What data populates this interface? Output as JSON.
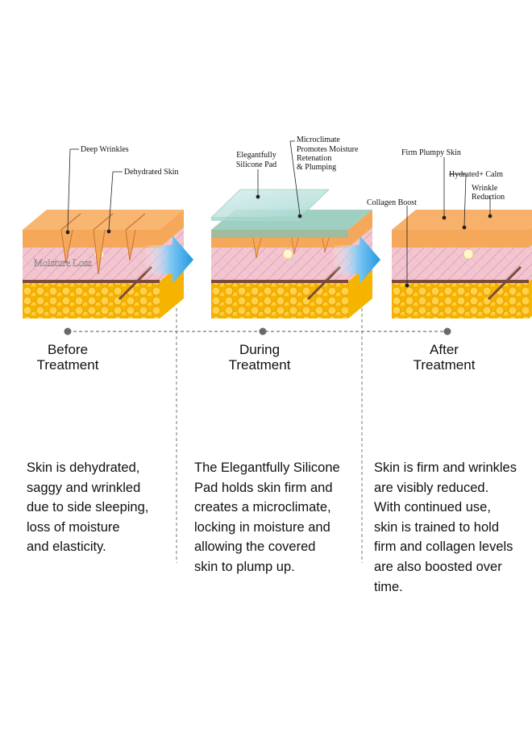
{
  "stages": [
    {
      "label_lines": [
        "Before",
        "Treatment"
      ],
      "description_lines": [
        "Skin is dehydrated,",
        "saggy and wrinkled",
        "due to side sleeping,",
        "loss of moisture",
        "and elasticity."
      ],
      "callouts": {
        "deep_wrinkles": "Deep Wrinkles",
        "dehydrated_skin": "Dehydrated Skin",
        "moisture_loss": "Moisture Loss"
      }
    },
    {
      "label_lines": [
        "During",
        "Treatment"
      ],
      "description_lines": [
        "The Elegantfully Silicone",
        "Pad holds skin firm and",
        "creates a microclimate,",
        "locking in moisture and",
        "allowing the covered",
        "skin to plump up."
      ],
      "callouts": {
        "pad_line1": "Elegantfully",
        "pad_line2": "Silicone Pad",
        "micro_line1": "Microclimate",
        "micro_line2": "Promotes Moisture",
        "micro_line3": "Retenation",
        "micro_line4": "& Plumping"
      }
    },
    {
      "label_lines": [
        "After",
        "Treatment"
      ],
      "description_lines": [
        "Skin is firm and wrinkles",
        "are visibly reduced.",
        "With continued use,",
        "skin is trained to hold",
        "firm and collagen levels",
        "are also boosted over",
        "time."
      ],
      "callouts": {
        "firm_plumpy": "Firm Plumpy Skin",
        "hydrated_calm": "Hydrated+ Calm",
        "wrinkle_line1": "Wrinkle",
        "wrinkle_line2": "Reduction",
        "collagen_boost": "Collagen Boost"
      }
    }
  ],
  "colors": {
    "epidermis": "#f6a85a",
    "dermis": "#f3c6cf",
    "fat": "#f5b400",
    "arrow": "#2aa3e8",
    "pad": "#bfe3dc",
    "timeline": "#777777"
  },
  "icons": {
    "transition": "right-arrow-icon",
    "timeline_node": "dot-icon"
  }
}
